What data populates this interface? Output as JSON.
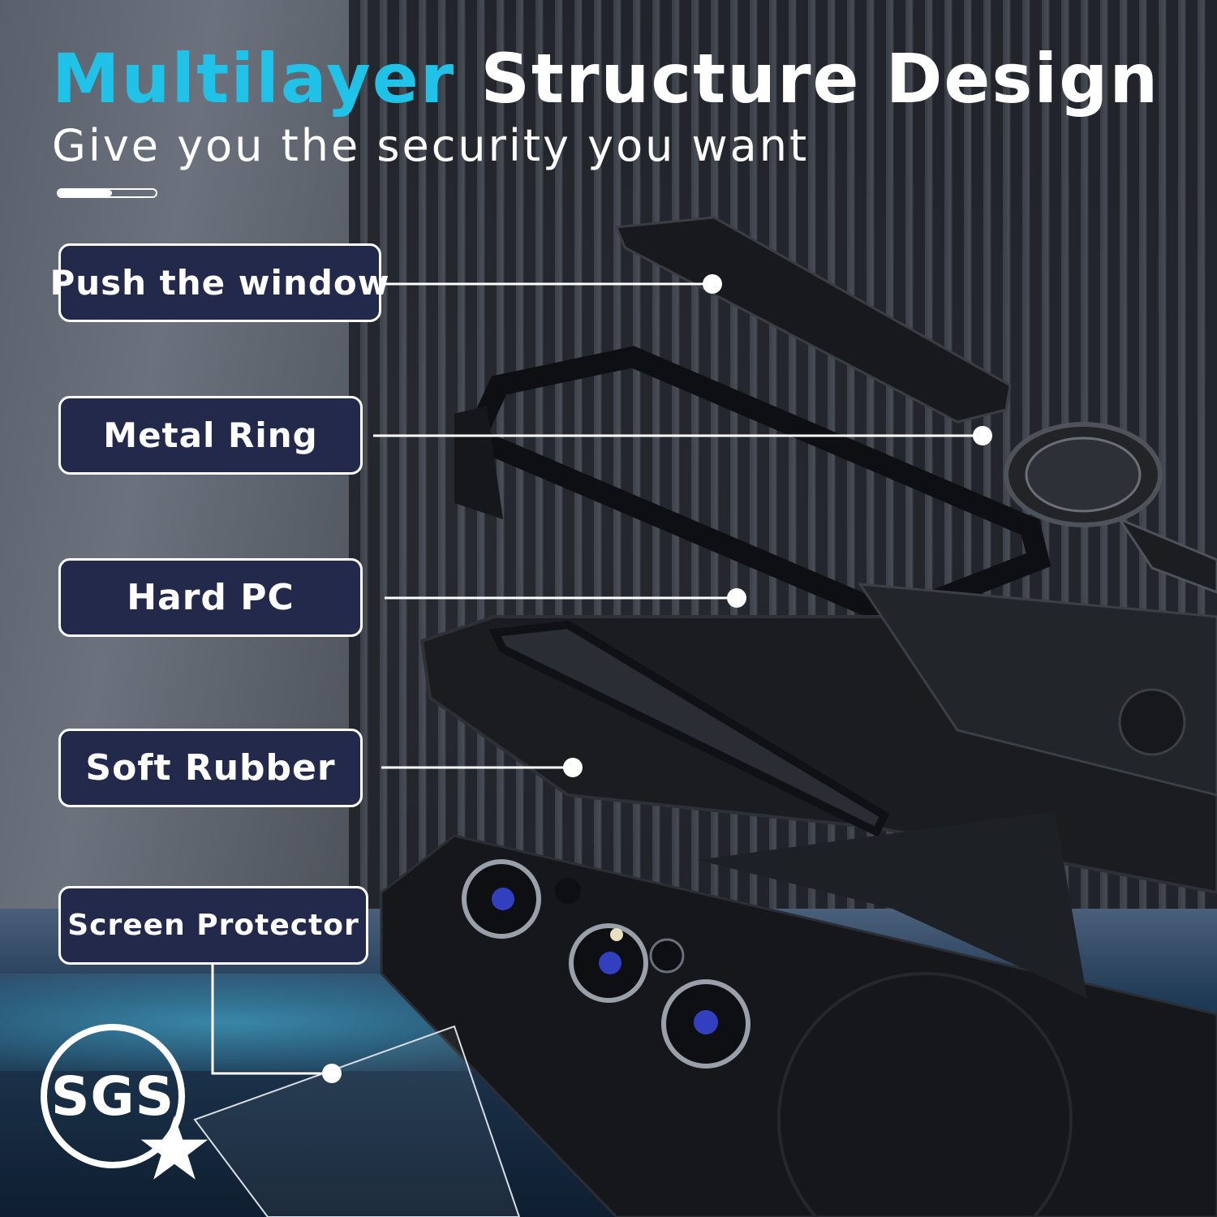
{
  "heading": {
    "accent": "Multilayer",
    "rest": "Structure Design",
    "subtitle": "Give you the security you want"
  },
  "progress": {
    "fill_fraction": 0.55
  },
  "layers": [
    {
      "label": "Push the window"
    },
    {
      "label": "Metal Ring"
    },
    {
      "label": "Hard PC"
    },
    {
      "label": "Soft Rubber"
    },
    {
      "label": "Screen Protector"
    }
  ],
  "badge": {
    "text": "SGS",
    "icon": "star-icon"
  },
  "colors": {
    "accent": "#20c2e8",
    "label_bg": "#23294a",
    "text": "#ffffff"
  }
}
